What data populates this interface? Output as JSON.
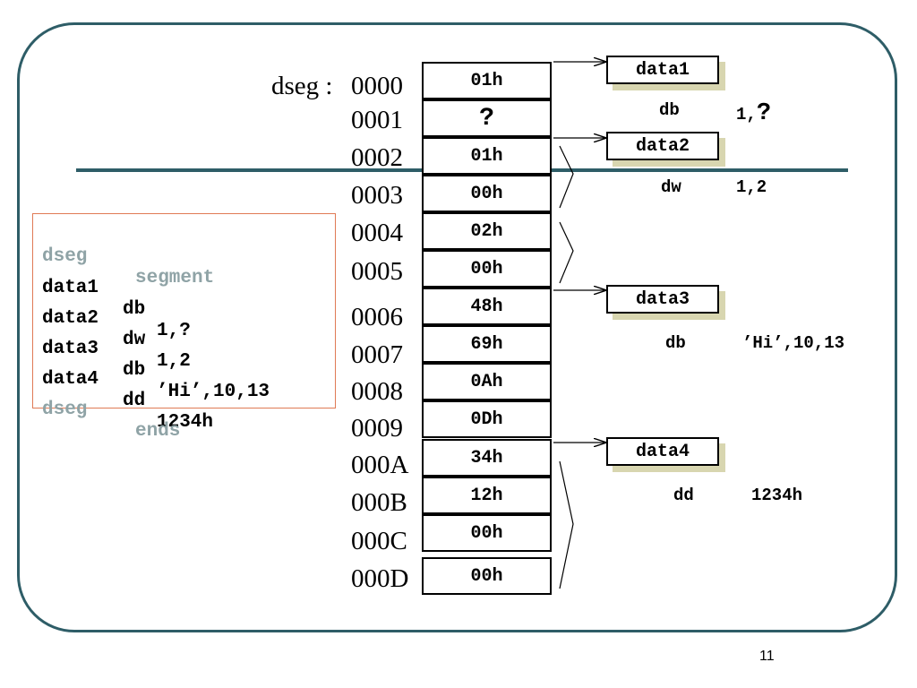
{
  "segment_label": "dseg :",
  "addresses": [
    "0000",
    "0001",
    "0002",
    "0003",
    "0004",
    "0005",
    "0006",
    "0007",
    "0008",
    "0009",
    "000A",
    "000B",
    "000C",
    "000D"
  ],
  "cells": [
    "01h",
    "?",
    "01h",
    "00h",
    "02h",
    "00h",
    "48h",
    "69h",
    "0Ah",
    "0Dh",
    "34h",
    "12h",
    "00h",
    "00h"
  ],
  "code": {
    "line1": {
      "name": "dseg",
      "op": "segment"
    },
    "line2": {
      "name": "data1",
      "op": "db",
      "arg": "1,?"
    },
    "line3": {
      "name": "data2",
      "op": "dw",
      "arg": "1,2"
    },
    "line4": {
      "name": "data3",
      "op": "db",
      "arg": "’Hi’,10,13"
    },
    "line5": {
      "name": "data4",
      "op": "dd",
      "arg": "1234h"
    },
    "line6": {
      "name": "dseg",
      "op": "ends"
    }
  },
  "tags": {
    "data1": {
      "label": "data1",
      "type": "db",
      "value": "1,",
      "value_extra": "?"
    },
    "data2": {
      "label": "data2",
      "type": "dw",
      "value": "1,2"
    },
    "data3": {
      "label": "data3",
      "type": "db",
      "value": "’Hi’,10,13"
    },
    "data4": {
      "label": "data4",
      "type": "dd",
      "value": "1234h"
    }
  },
  "page_number": "11",
  "colors": {
    "frame": "#2e5d67",
    "code_border": "#e07a55",
    "grey_text": "#8fa3a6",
    "tag_shadow": "#d8d6b0"
  }
}
